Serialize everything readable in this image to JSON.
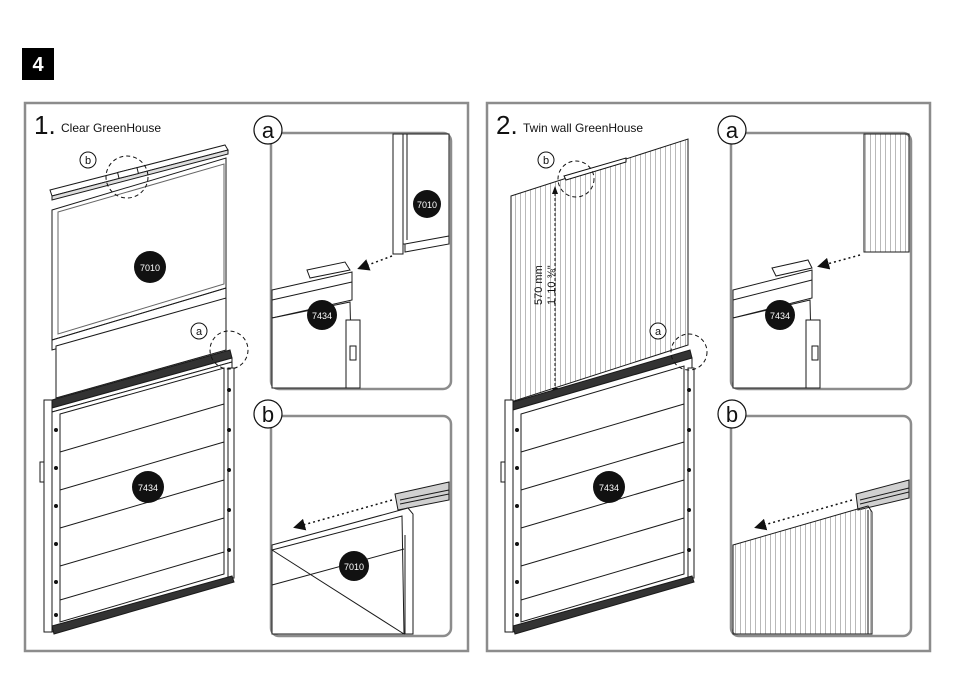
{
  "step": {
    "number": "4"
  },
  "panels": [
    {
      "index": "1.",
      "title": "Clear GreenHouse",
      "callouts": {
        "a": "a",
        "b": "b"
      },
      "parts": {
        "upper_panel": "7010",
        "lower_panel": "7434"
      },
      "detail_a": {
        "letter": "a",
        "parts": {
          "upper": "7010",
          "lower": "7434"
        }
      },
      "detail_b": {
        "letter": "b",
        "parts": {
          "panel": "7010"
        }
      }
    },
    {
      "index": "2.",
      "title": "Twin wall GreenHouse",
      "callouts": {
        "a": "a",
        "b": "b"
      },
      "parts": {
        "lower_panel": "7434"
      },
      "dimension": {
        "metric": "570 mm",
        "imperial": "1' 10 ⅜\""
      },
      "detail_a": {
        "letter": "a",
        "parts": {
          "lower": "7434"
        }
      },
      "detail_b": {
        "letter": "b"
      }
    }
  ],
  "colors": {
    "frame": "#8c8c8c",
    "line": "#1a1a1a",
    "badge": "#111111",
    "badge_text": "#ffffff"
  }
}
